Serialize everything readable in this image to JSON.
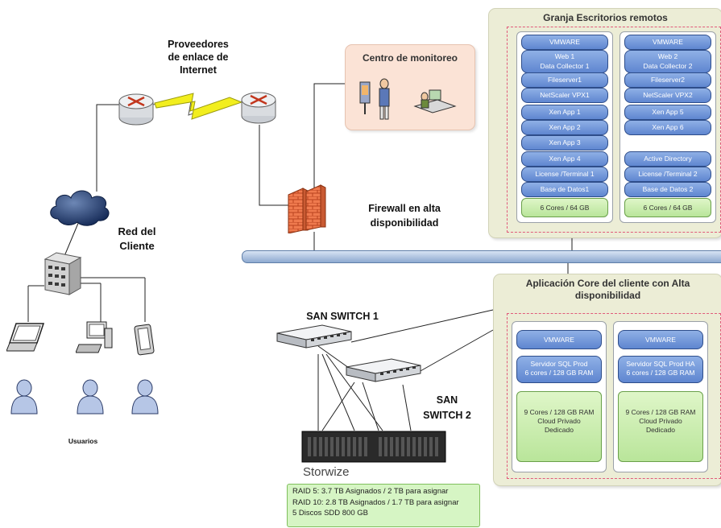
{
  "labels": {
    "providers": "Proveedores\nde enlace de\nInternet",
    "client_network": "Red del\nCliente",
    "users": "Usuarios",
    "firewall": "Firewall en alta\ndisponibilidad",
    "san_switch_1": "SAN SWITCH 1",
    "san_switch_2": "SAN\nSWITCH 2",
    "storage": "Storwize"
  },
  "monitoring": {
    "title": "Centro de monitoreo"
  },
  "farm": {
    "title": "Granja Escritorios remotos",
    "col1": [
      "VMWARE",
      "Web 1\nData Collector 1",
      "Fileserver1",
      "NetScaler VPX1",
      "Xen App 1",
      "Xen App 2",
      "Xen App 3",
      "Xen App 4",
      "License /Terminal 1",
      "Base de Datos1"
    ],
    "col1_footer": "6 Cores / 64 GB",
    "col2": [
      "VMWARE",
      "Web 2\nData Collector 2",
      "Fileserver2",
      "NetScaler VPX2",
      "Xen App 5",
      "Xen App 6",
      "Active Directory",
      "License /Terminal 2",
      "Base de Datos 2"
    ],
    "col2_footer": "6 Cores / 64 GB"
  },
  "core": {
    "title": "Aplicación Core del cliente con Alta\ndisponibilidad",
    "col1": {
      "vmware": "VMWARE",
      "sql": "Servidor SQL Prod\n6 cores / 128 GB RAM",
      "cloud": "9 Cores / 128 GB RAM\nCloud Privado\nDedicado"
    },
    "col2": {
      "vmware": "VMWARE",
      "sql": "Servidor SQL Prod HA\n6 cores / 128 GB RAM",
      "cloud": "9 Cores / 128 GB RAM\nCloud Privado\nDedicado"
    }
  },
  "raid": {
    "line1": "RAID 5: 3.7 TB Asignados / 2 TB para asignar",
    "line2": "RAID 10: 2.8 TB Asignados / 1.7 TB para asignar",
    "line3": "5 Discos SDD 800 GB"
  },
  "colors": {
    "pill": "#6f92d8",
    "green": "#c8ecaa",
    "panel": "#ecedd6",
    "monitor": "#fbe3d6",
    "dash": "#e05a7a"
  }
}
